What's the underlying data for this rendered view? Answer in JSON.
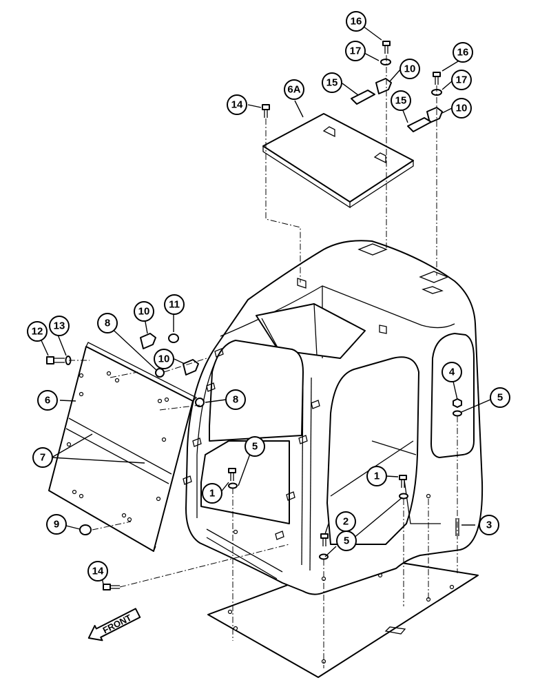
{
  "callouts": {
    "c1a": "1",
    "c1b": "1",
    "c2": "2",
    "c3": "3",
    "c4": "4",
    "c5a": "5",
    "c5b": "5",
    "c5c": "5",
    "c6": "6",
    "c6a": "6A",
    "c7": "7",
    "c8a": "8",
    "c8b": "8",
    "c9": "9",
    "c10a": "10",
    "c10b": "10",
    "c10c": "10",
    "c10d": "10",
    "c11": "11",
    "c12": "12",
    "c13": "13",
    "c14a": "14",
    "c14b": "14",
    "c15a": "15",
    "c15b": "15",
    "c16a": "16",
    "c16b": "16",
    "c17a": "17",
    "c17b": "17"
  },
  "front_arrow_label": "FRONT"
}
